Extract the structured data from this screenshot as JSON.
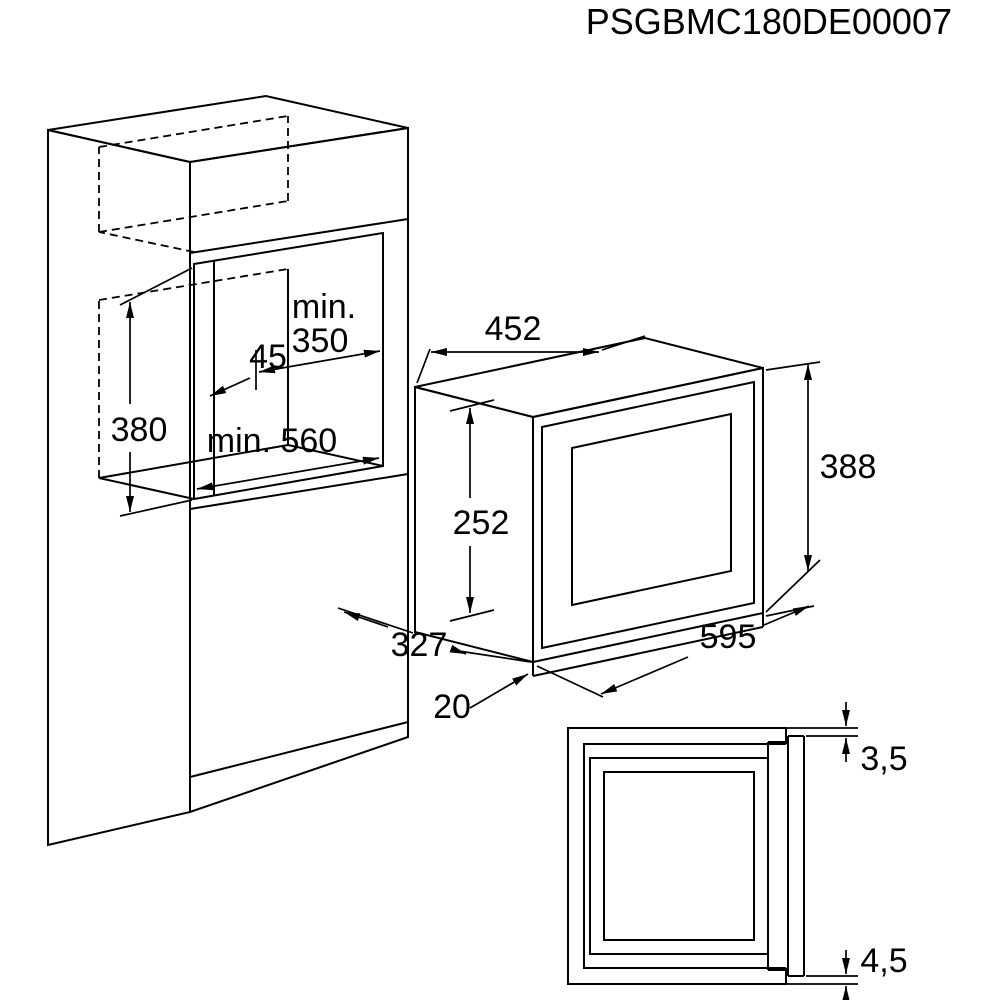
{
  "title": "PSGBMC180DE00007",
  "colors": {
    "line": "#000000",
    "background": "#ffffff"
  },
  "cabinet_dims": {
    "min_prefix": "min.",
    "niche_depth": "350",
    "front_clearance": "45",
    "niche_height": "380",
    "niche_width": "min. 560"
  },
  "oven_dims": {
    "top_width": "452",
    "inner_height": "252",
    "height": "388",
    "width": "595",
    "depth": "327",
    "trim_overlap": "20"
  },
  "section_dims": {
    "top_gap": "3,5",
    "bottom_gap": "4,5"
  }
}
